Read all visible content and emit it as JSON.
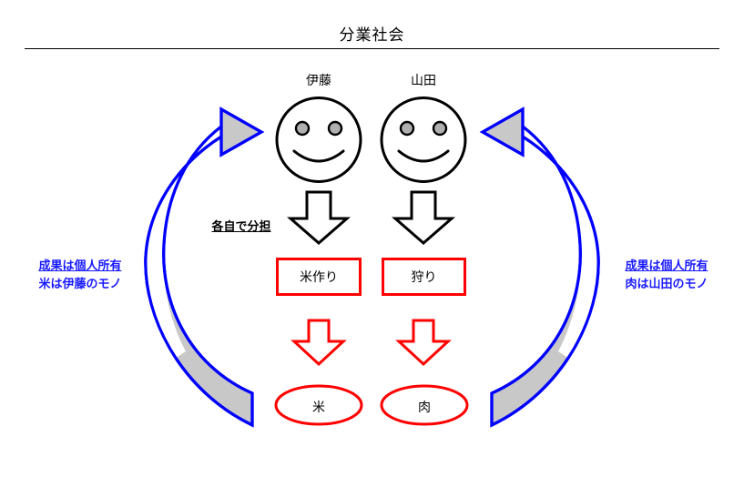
{
  "title": "分業社会",
  "people": [
    {
      "name": "伊藤",
      "face_icon": "smiley-face-icon"
    },
    {
      "name": "山田",
      "face_icon": "smiley-face-icon"
    }
  ],
  "center_caption": "各自で分担",
  "tasks": [
    {
      "label": "米作り"
    },
    {
      "label": "狩り"
    }
  ],
  "results": [
    {
      "label": "米"
    },
    {
      "label": "肉"
    }
  ],
  "side_captions": {
    "left": {
      "line1": "成果は個人所有",
      "line2": "米は伊藤のモノ"
    },
    "right": {
      "line1": "成果は個人所有",
      "line2": "肉は山田のモノ"
    }
  },
  "colors": {
    "title_text": "#000000",
    "rule": "#000000",
    "task_box_border": "#ff0000",
    "result_ellipse_border": "#ff0000",
    "black_arrow": "#000000",
    "red_arrow": "#ff0000",
    "return_arrow_stroke": "#0000ff",
    "return_arrow_fill": "#c8c8c8",
    "side_caption_text": "#1a1aff",
    "face_outline": "#000000",
    "eye_fill": "#b0b0b0",
    "background": "#ffffff"
  },
  "arrows": {
    "black_down_left": "down-arrow-icon",
    "black_down_right": "down-arrow-icon",
    "red_down_left": "down-arrow-icon",
    "red_down_right": "down-arrow-icon",
    "return_left": "curved-up-arrow-icon",
    "return_right": "curved-up-arrow-icon"
  }
}
